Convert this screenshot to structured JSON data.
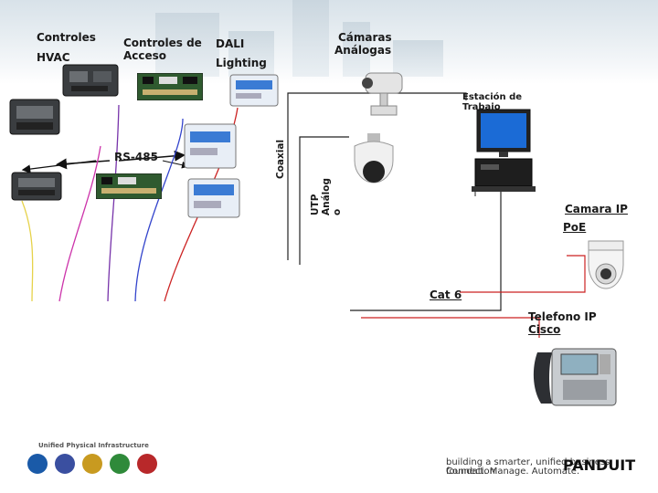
{
  "labels": {
    "controles": "Controles",
    "hvac": "HVAC",
    "controles_acceso_1": "Controles de",
    "controles_acceso_2": "Acceso",
    "dali": "DALI",
    "lighting": "Lighting",
    "camaras_1": "Cámaras",
    "camaras_2": "Análogas",
    "estacion_1": "Estación de",
    "estacion_2": "Trabajo",
    "rs485": "RS-485",
    "coaxial": "Coaxial",
    "utp_1": "UTP",
    "utp_2": "Análog",
    "utp_3": "o",
    "camara_ip": "Camara IP",
    "poe": "PoE",
    "cat6": "Cat 6",
    "telefono_1": "Telefono IP",
    "telefono_2": "Cisco"
  },
  "footer": {
    "upi": "Unified Physical Infrastructure",
    "tagline_1": "building a smarter, unified business foundation",
    "tagline_2": "Connect. Manage. Automate.",
    "logo": "PANDUIT"
  },
  "colors": {
    "wire_dark": "#333333",
    "wire_pink": "#cc33aa",
    "wire_yellow": "#e6d24a",
    "wire_red": "#cc2222",
    "wire_blue": "#3344cc",
    "wire_purple": "#7733aa",
    "wire_black": "#111111"
  }
}
